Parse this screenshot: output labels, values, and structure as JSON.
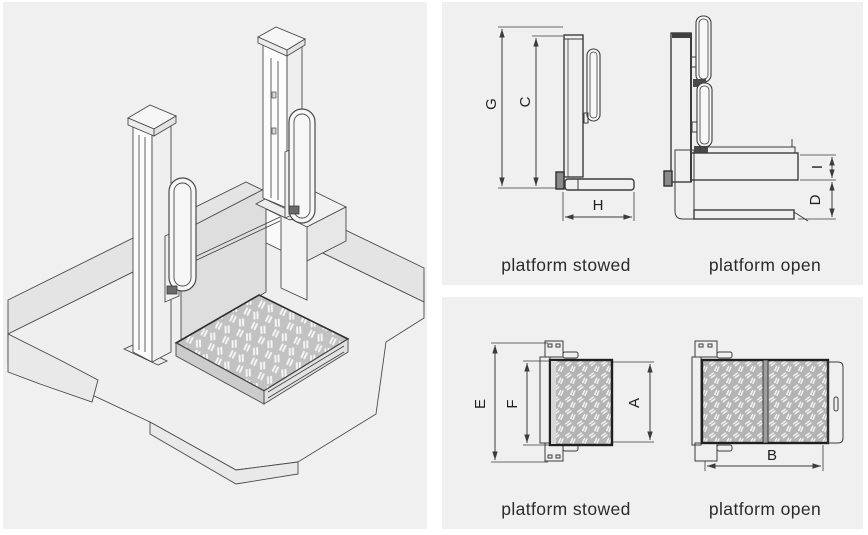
{
  "colors": {
    "page_background": "#ffffff",
    "panel_background": "#f0f0f0",
    "line_color": "#3c3c3c",
    "plate_fill": "#bdbdbd",
    "text_color": "#2b2b2b"
  },
  "side_views": {
    "stowed": {
      "caption": "platform stowed",
      "dim_g": "G",
      "dim_c": "C",
      "dim_h": "H"
    },
    "open": {
      "caption": "platform open",
      "dim_i": "I",
      "dim_d": "D"
    }
  },
  "top_views": {
    "stowed": {
      "caption": "platform stowed",
      "dim_e": "E",
      "dim_f": "F",
      "dim_a": "A"
    },
    "open": {
      "caption": "platform open",
      "dim_b": "B"
    }
  }
}
